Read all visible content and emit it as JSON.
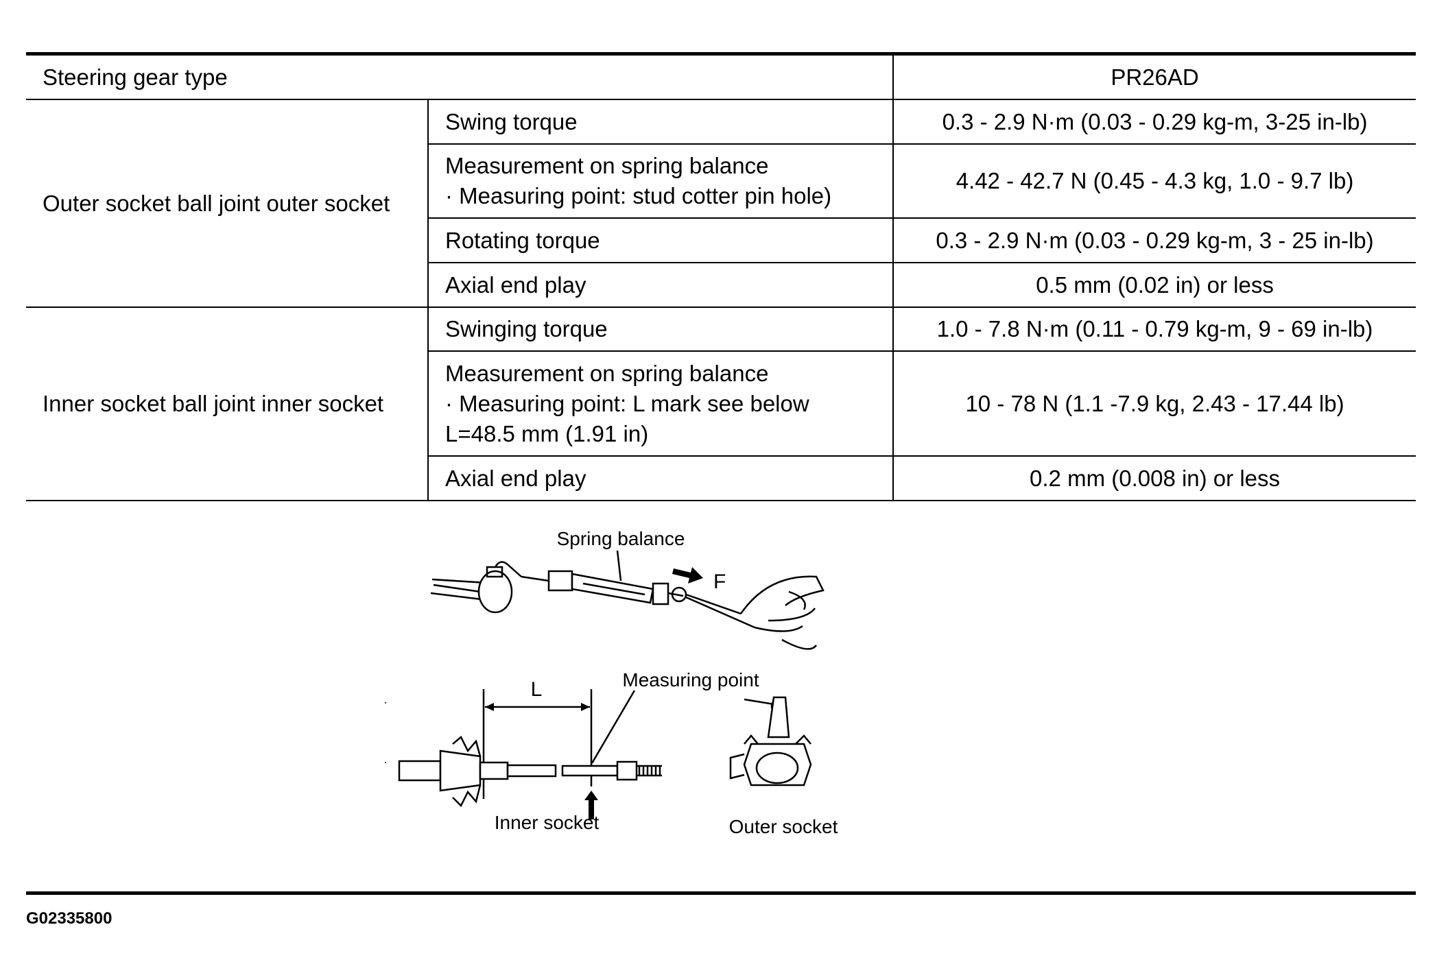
{
  "table": {
    "header": {
      "label": "Steering gear type",
      "value": "PR26AD"
    },
    "groups": [
      {
        "name": "Outer socket ball joint outer socket",
        "rows": [
          {
            "item": [
              "Swing torque"
            ],
            "value": "0.3 - 2.9 N·m (0.03 - 0.29 kg-m, 3-25 in-lb)"
          },
          {
            "item": [
              "Measurement on spring balance",
              "· Measuring point: stud cotter pin hole)"
            ],
            "value": "4.42 - 42.7 N (0.45 - 4.3 kg, 1.0 - 9.7 lb)"
          },
          {
            "item": [
              "Rotating torque"
            ],
            "value": "0.3 - 2.9 N·m (0.03 - 0.29 kg-m, 3 - 25 in-lb)"
          },
          {
            "item": [
              "Axial end play"
            ],
            "value": "0.5 mm (0.02 in) or less"
          }
        ]
      },
      {
        "name": "Inner socket ball joint inner socket",
        "rows": [
          {
            "item": [
              "Swinging torque"
            ],
            "value": "1.0 - 7.8 N·m (0.11 - 0.79 kg-m, 9 - 69 in-lb)"
          },
          {
            "item": [
              "Measurement on spring balance",
              "· Measuring point: L mark see below",
              "L=48.5 mm (1.91 in)"
            ],
            "value": "10 - 78 N (1.1 -7.9 kg, 2.43 - 17.44 lb)"
          },
          {
            "item": [
              "Axial end play"
            ],
            "value": "0.2 mm (0.008 in) or less"
          }
        ]
      }
    ]
  },
  "figure": {
    "spring_balance": "Spring balance",
    "force": "F",
    "length": "L",
    "measuring_point": "Measuring point",
    "inner_socket": "Inner socket",
    "outer_socket": "Outer socket"
  },
  "graphic_id": "G02335800"
}
